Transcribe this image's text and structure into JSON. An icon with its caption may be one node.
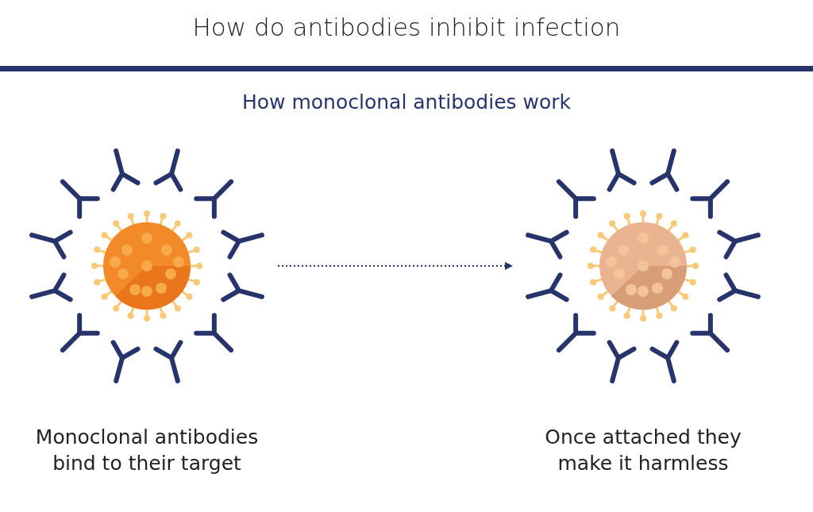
{
  "diagram": {
    "title": "How do antibodies inhibit infection",
    "nodes": [
      {
        "text": [],
        "shape": "picture",
        "beside": [
          "Monoclonal antibodies bind to their target"
        ]
      },
      {
        "text": [],
        "shape": "picture",
        "beside": [
          "Once attached they make it harmless"
        ]
      }
    ],
    "edges": [
      {
        "from": 0,
        "to": 1,
        "arrow": "to",
        "style": "dashed"
      }
    ],
    "labels": [
      "How monoclonal antibodies work"
    ]
  }
}
